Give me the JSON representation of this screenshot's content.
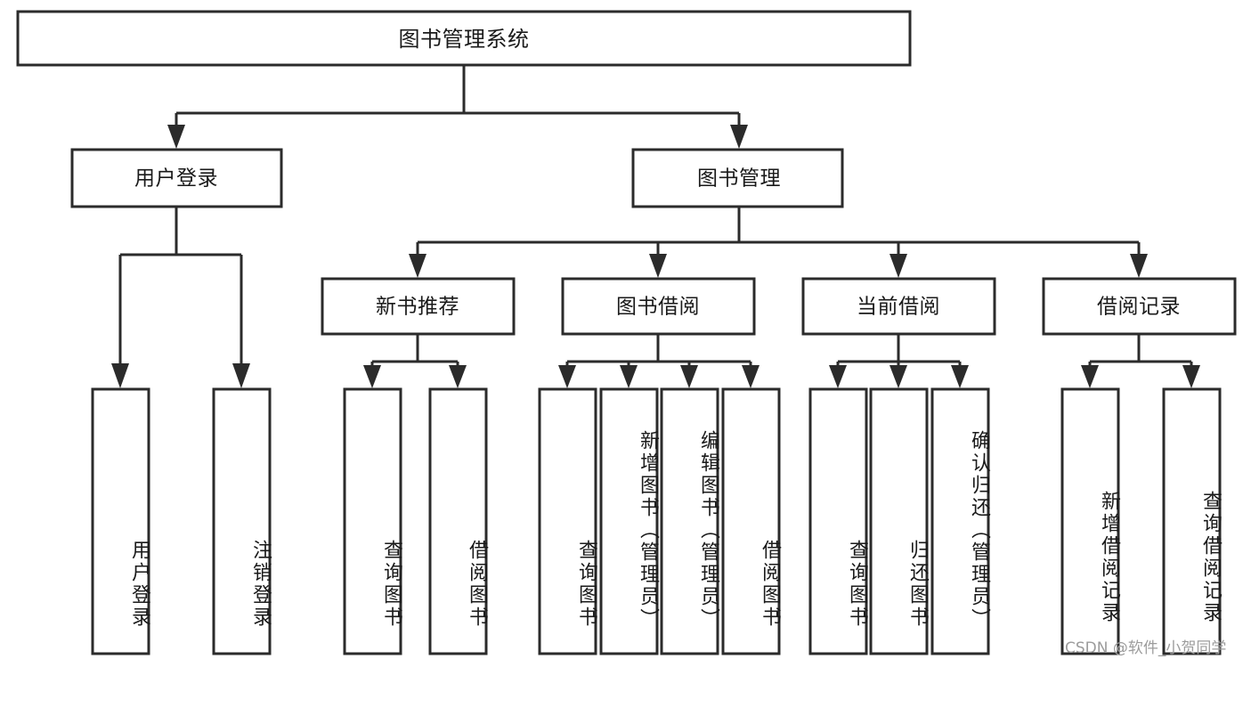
{
  "diagram": {
    "type": "tree-hierarchy-chart",
    "title": "图书管理系统",
    "orientation": "top-down",
    "colors": {
      "box_stroke": "#2b2b2b",
      "box_fill": "#ffffff",
      "connector": "#2b2b2b",
      "text": "#1a1a1a",
      "watermark": "#9c9c9c",
      "background": "#ffffff"
    },
    "root": {
      "id": "root",
      "label": "图书管理系统"
    },
    "level2": [
      {
        "id": "user-login",
        "label": "用户登录"
      },
      {
        "id": "book-manage",
        "label": "图书管理"
      }
    ],
    "level3": [
      {
        "id": "new-book-recommend",
        "label": "新书推荐",
        "parent": "book-manage"
      },
      {
        "id": "book-borrow",
        "label": "图书借阅",
        "parent": "book-manage"
      },
      {
        "id": "current-borrow",
        "label": "当前借阅",
        "parent": "book-manage"
      },
      {
        "id": "borrow-record",
        "label": "借阅记录",
        "parent": "book-manage"
      }
    ],
    "leaves": [
      {
        "id": "leaf-user-login",
        "label": "用户登录",
        "parent": "user-login"
      },
      {
        "id": "leaf-user-logout",
        "label": "注销登录",
        "parent": "user-login"
      },
      {
        "id": "leaf-query-book-1",
        "label": "查询图书",
        "parent": "new-book-recommend"
      },
      {
        "id": "leaf-borrow-book-1",
        "label": "借阅图书",
        "parent": "new-book-recommend"
      },
      {
        "id": "leaf-query-book-2",
        "label": "查询图书",
        "parent": "book-borrow"
      },
      {
        "id": "leaf-add-book",
        "label": "新增图书（管理员）",
        "parent": "book-borrow"
      },
      {
        "id": "leaf-edit-book",
        "label": "编辑图书（管理员）",
        "parent": "book-borrow"
      },
      {
        "id": "leaf-borrow-book-2",
        "label": "借阅图书",
        "parent": "book-borrow"
      },
      {
        "id": "leaf-query-book-3",
        "label": "查询图书",
        "parent": "current-borrow"
      },
      {
        "id": "leaf-return-book",
        "label": "归还图书",
        "parent": "current-borrow"
      },
      {
        "id": "leaf-confirm-return",
        "label": "确认归还（管理员）",
        "parent": "current-borrow"
      },
      {
        "id": "leaf-add-record",
        "label": "新增借阅记录",
        "parent": "borrow-record"
      },
      {
        "id": "leaf-query-record",
        "label": "查询借阅记录",
        "parent": "borrow-record"
      }
    ]
  },
  "watermark": {
    "text": "CSDN @软件_小贺同学"
  }
}
